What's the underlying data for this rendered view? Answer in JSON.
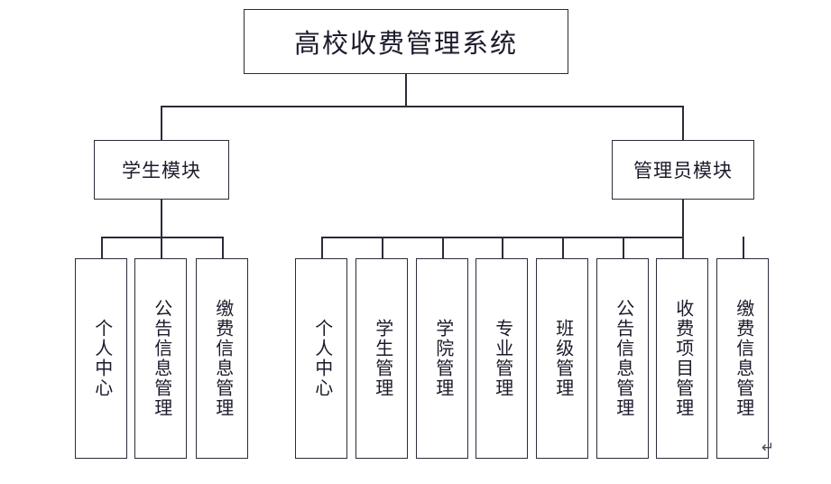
{
  "diagram": {
    "title": "高校收费管理系统",
    "branches": [
      {
        "label": "学生模块",
        "children": [
          "个人中心",
          "公告信息管理",
          "缴费信息管理"
        ]
      },
      {
        "label": "管理员模块",
        "children": [
          "个人中心",
          "学生管理",
          "学院管理",
          "专业管理",
          "班级管理",
          "公告信息管理",
          "收费项目管理",
          "缴费信息管理"
        ]
      }
    ],
    "marks": {
      "paragraph_return": "↵"
    },
    "colors": {
      "stroke": "#2b2b3a",
      "text": "#1b1b2b",
      "background": "#ffffff"
    }
  }
}
